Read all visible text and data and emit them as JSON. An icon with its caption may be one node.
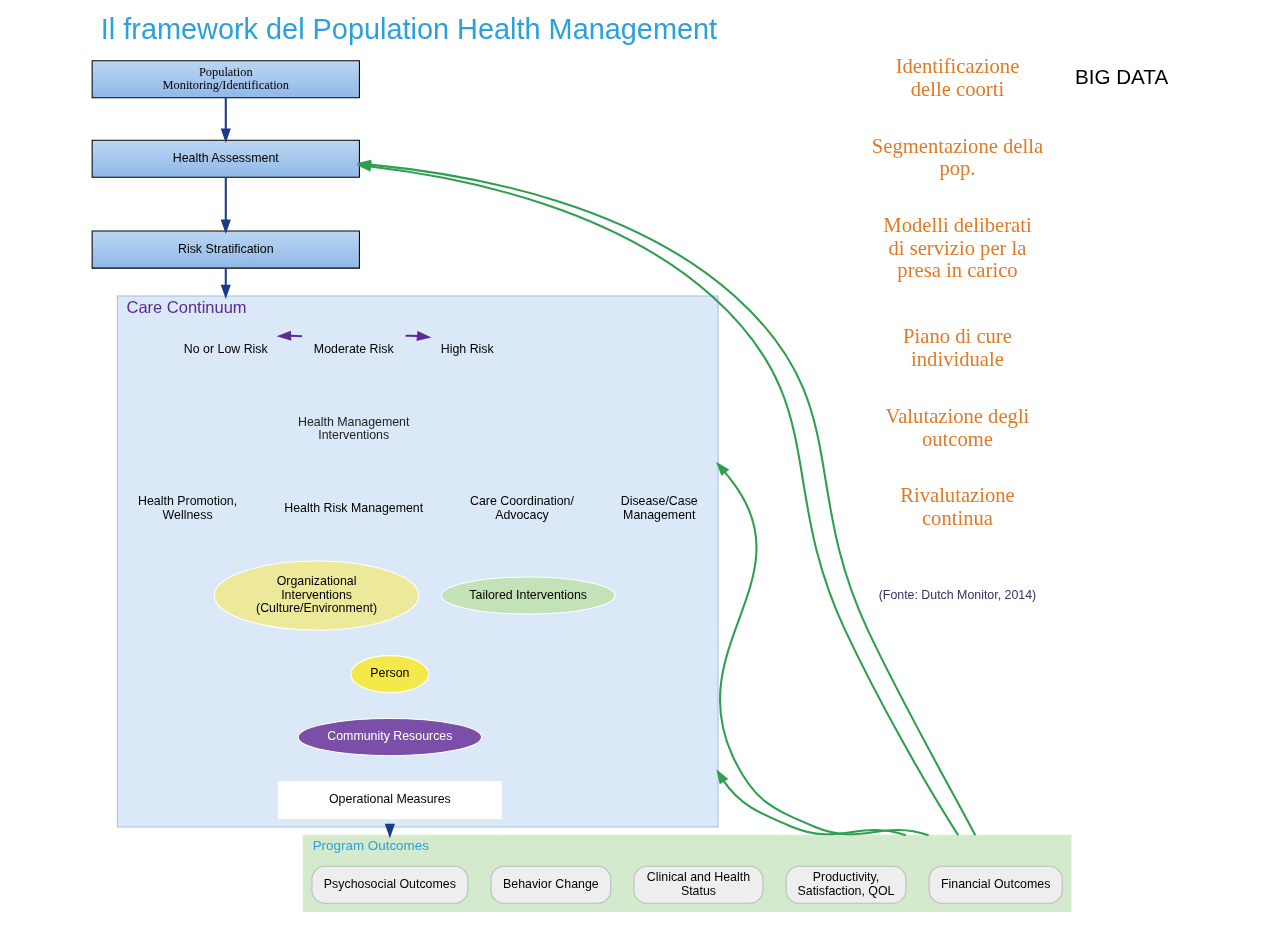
{
  "diagram": {
    "title": "Il framework del Population Health Management",
    "caption": "(Fonte: Dutch Monitor, 2014)",
    "nodes": [
      {
        "text": [
          "Population Monitoring/Identification"
        ]
      },
      {
        "text": [
          "Health Assessment"
        ]
      },
      {
        "text": [
          "Risk Stratification"
        ]
      },
      {
        "text": [
          "Care Continuum"
        ]
      },
      {
        "text": [
          "No or Low Risk"
        ],
        "in": 3
      },
      {
        "text": [
          "Moderate Risk"
        ],
        "in": 3
      },
      {
        "text": [
          "High Risk"
        ],
        "in": 3
      },
      {
        "text": [
          "Health Management Interventions"
        ],
        "in": 3
      },
      {
        "text": [
          "Health Promotion, Wellness"
        ],
        "in": 3
      },
      {
        "text": [
          "Health Risk Management"
        ],
        "in": 3
      },
      {
        "text": [
          "Care Coordination/ Advocacy"
        ],
        "in": 3
      },
      {
        "text": [
          "Disease/Case Management"
        ],
        "in": 3
      },
      {
        "text": [
          "Organizational Interventions (Culture/Environment)"
        ],
        "in": 3
      },
      {
        "text": [
          "Tailored Interventions"
        ],
        "in": 3
      },
      {
        "text": [
          "Person"
        ],
        "in": 3
      },
      {
        "text": [
          "Community Resources"
        ],
        "in": 3
      },
      {
        "text": [
          "Operational Measures"
        ],
        "in": 3
      },
      {
        "text": [
          "Program Outcomes"
        ]
      },
      {
        "text": [
          "Psychosocial Outcomes"
        ],
        "in": 17
      },
      {
        "text": [
          "Behavior Change"
        ],
        "in": 17
      },
      {
        "text": [
          "Clinical and Health Status"
        ],
        "in": 17
      },
      {
        "text": [
          "Productivity, Satisfaction, QOL"
        ],
        "in": 17
      },
      {
        "text": [
          "Financial Outcomes"
        ],
        "in": 17
      }
    ],
    "edges": [
      {
        "from": 0,
        "to": 1,
        "arrow": "to",
        "color": "#1a3a8a"
      },
      {
        "from": 1,
        "to": 2,
        "arrow": "to",
        "color": "#1a3a8a"
      },
      {
        "from": 2,
        "to": 3,
        "arrow": "to",
        "color": "#1a3a8a"
      },
      {
        "from": 5,
        "to": 4,
        "arrow": "to",
        "color": "#5b2c91"
      },
      {
        "from": 5,
        "to": 6,
        "arrow": "to",
        "color": "#5b2c91"
      },
      {
        "from": 3,
        "to": 17,
        "arrow": "to",
        "color": "#1a3a8a"
      },
      {
        "from": 17,
        "to": 1,
        "arrow": "to",
        "color": "#2e9e4f"
      },
      {
        "from": 17,
        "to": 1,
        "arrow": "to",
        "color": "#2e9e4f"
      },
      {
        "from": 17,
        "to": 3,
        "arrow": "to",
        "color": "#2e9e4f"
      },
      {
        "from": 17,
        "to": 3,
        "arrow": "to",
        "color": "#2e9e4f"
      }
    ],
    "labels": [
      "Identificazione delle coorti",
      "BIG DATA",
      "Segmentazione della pop.",
      "Modelli deliberati di servizio per la presa in carico",
      "Piano di cure individuale",
      "Valutazione degli outcome",
      "Rivalutazione continua"
    ]
  }
}
